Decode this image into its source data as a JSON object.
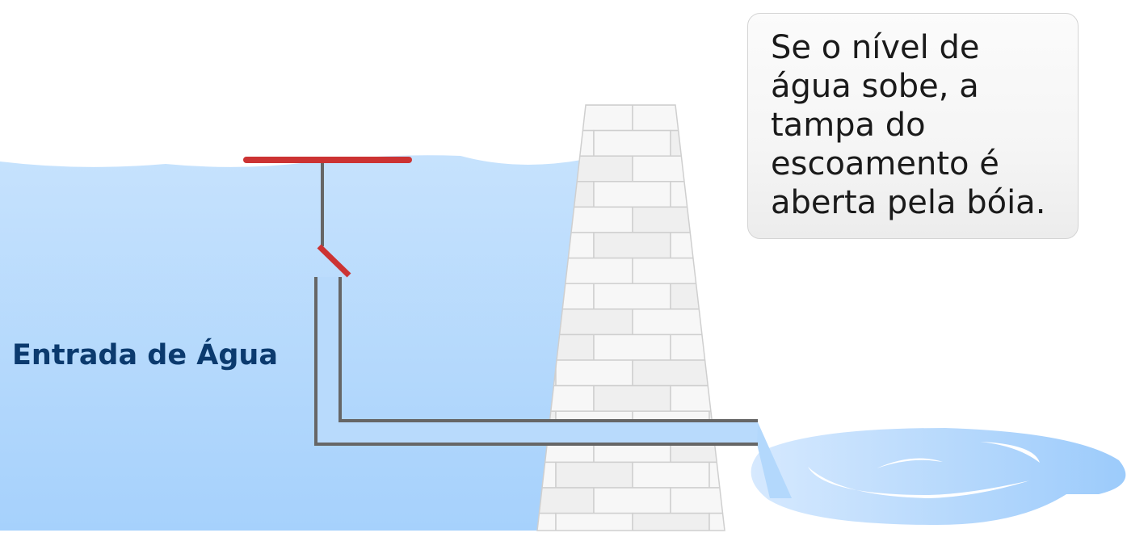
{
  "label": "Entrada de Água",
  "callout": {
    "lines": [
      "Se o nível de",
      "água sobe, a",
      "tampa do",
      "escoamento é",
      "aberta pela bóia."
    ]
  },
  "colors": {
    "water": "#b8dafc",
    "float": "#cc3333",
    "pipe": "#666666",
    "label": "#0b3a6e"
  }
}
